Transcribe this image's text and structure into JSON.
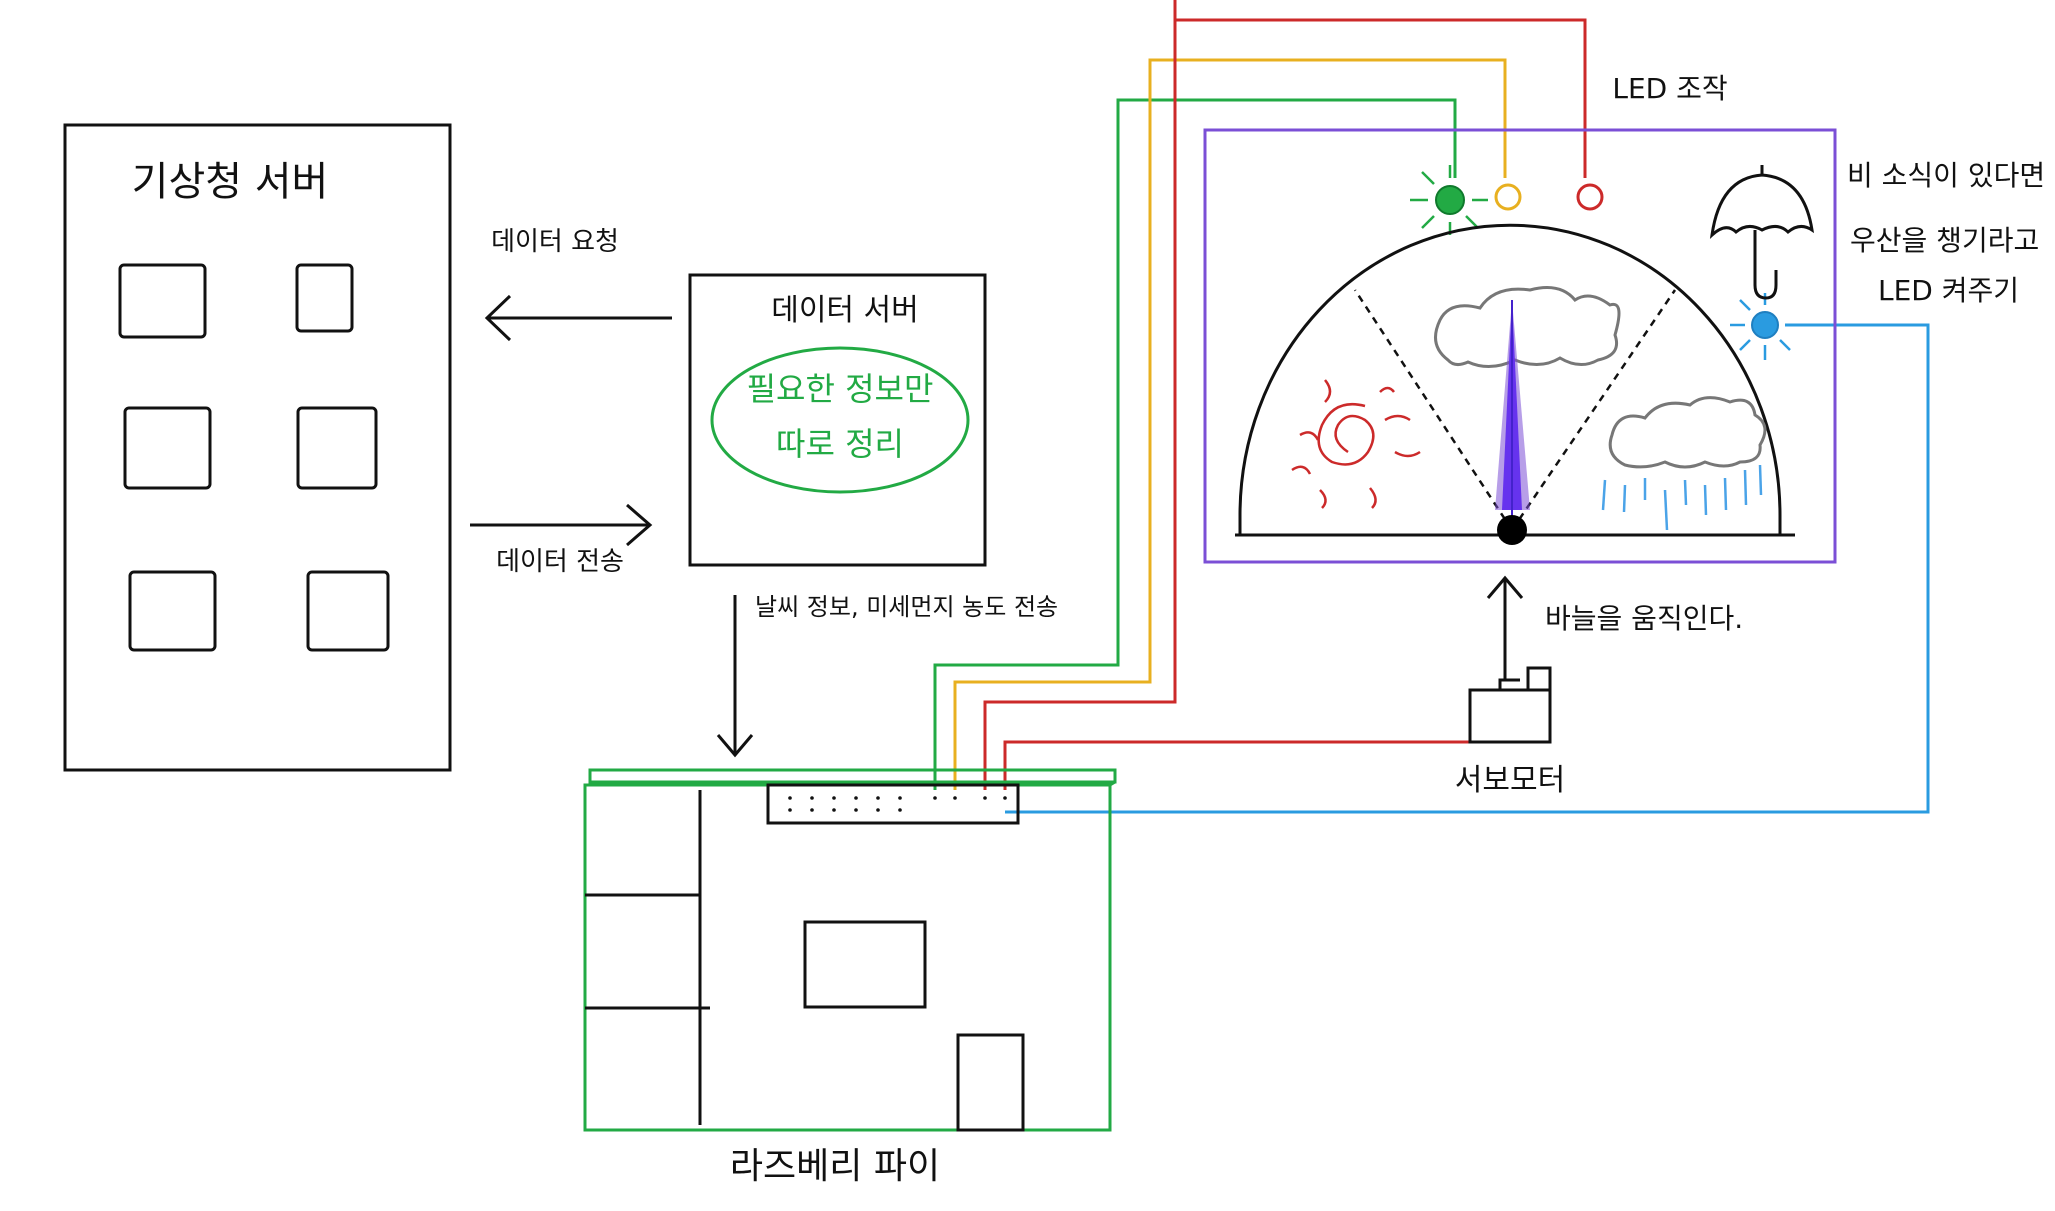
{
  "weather_server": {
    "title": "기상청 서버"
  },
  "request_label": "데이터 요청",
  "send_label": "데이터 전송",
  "data_server": {
    "title": "데이터 서버",
    "oval_line1": "필요한 정보만",
    "oval_line2": "따로 정리"
  },
  "to_pi_label": "날씨 정보, 미세먼지 농도 전송",
  "raspberry_pi_label": "라즈베리 파이",
  "led_label": "LED 조작",
  "rain_note": [
    "비 소식이 있다면",
    "우산을 챙기라고",
    "LED 켜주기"
  ],
  "needle_label": "바늘을 움직인다.",
  "servo_label": "서보모터",
  "colors": {
    "ink": "#111111",
    "green": "#22aa44",
    "yellow": "#e8b020",
    "red": "#cc2a2a",
    "blue": "#2a9be0",
    "purple": "#7b4fd6",
    "needle": "#6633ee",
    "cloud": "#777777",
    "rain": "#4aa3e8"
  }
}
